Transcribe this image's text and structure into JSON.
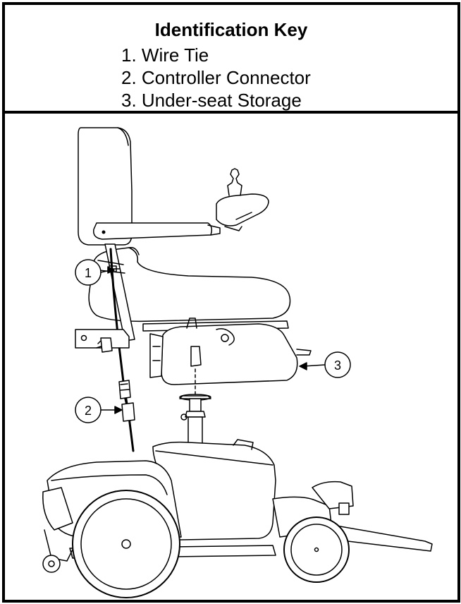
{
  "key": {
    "title": "Identification Key",
    "items": [
      "1. Wire Tie",
      "2. Controller Connector",
      "3. Under-seat Storage"
    ]
  },
  "callouts": [
    {
      "number": "1",
      "label": "Wire Tie"
    },
    {
      "number": "2",
      "label": "Controller Connector"
    },
    {
      "number": "3",
      "label": "Under-seat Storage"
    }
  ]
}
